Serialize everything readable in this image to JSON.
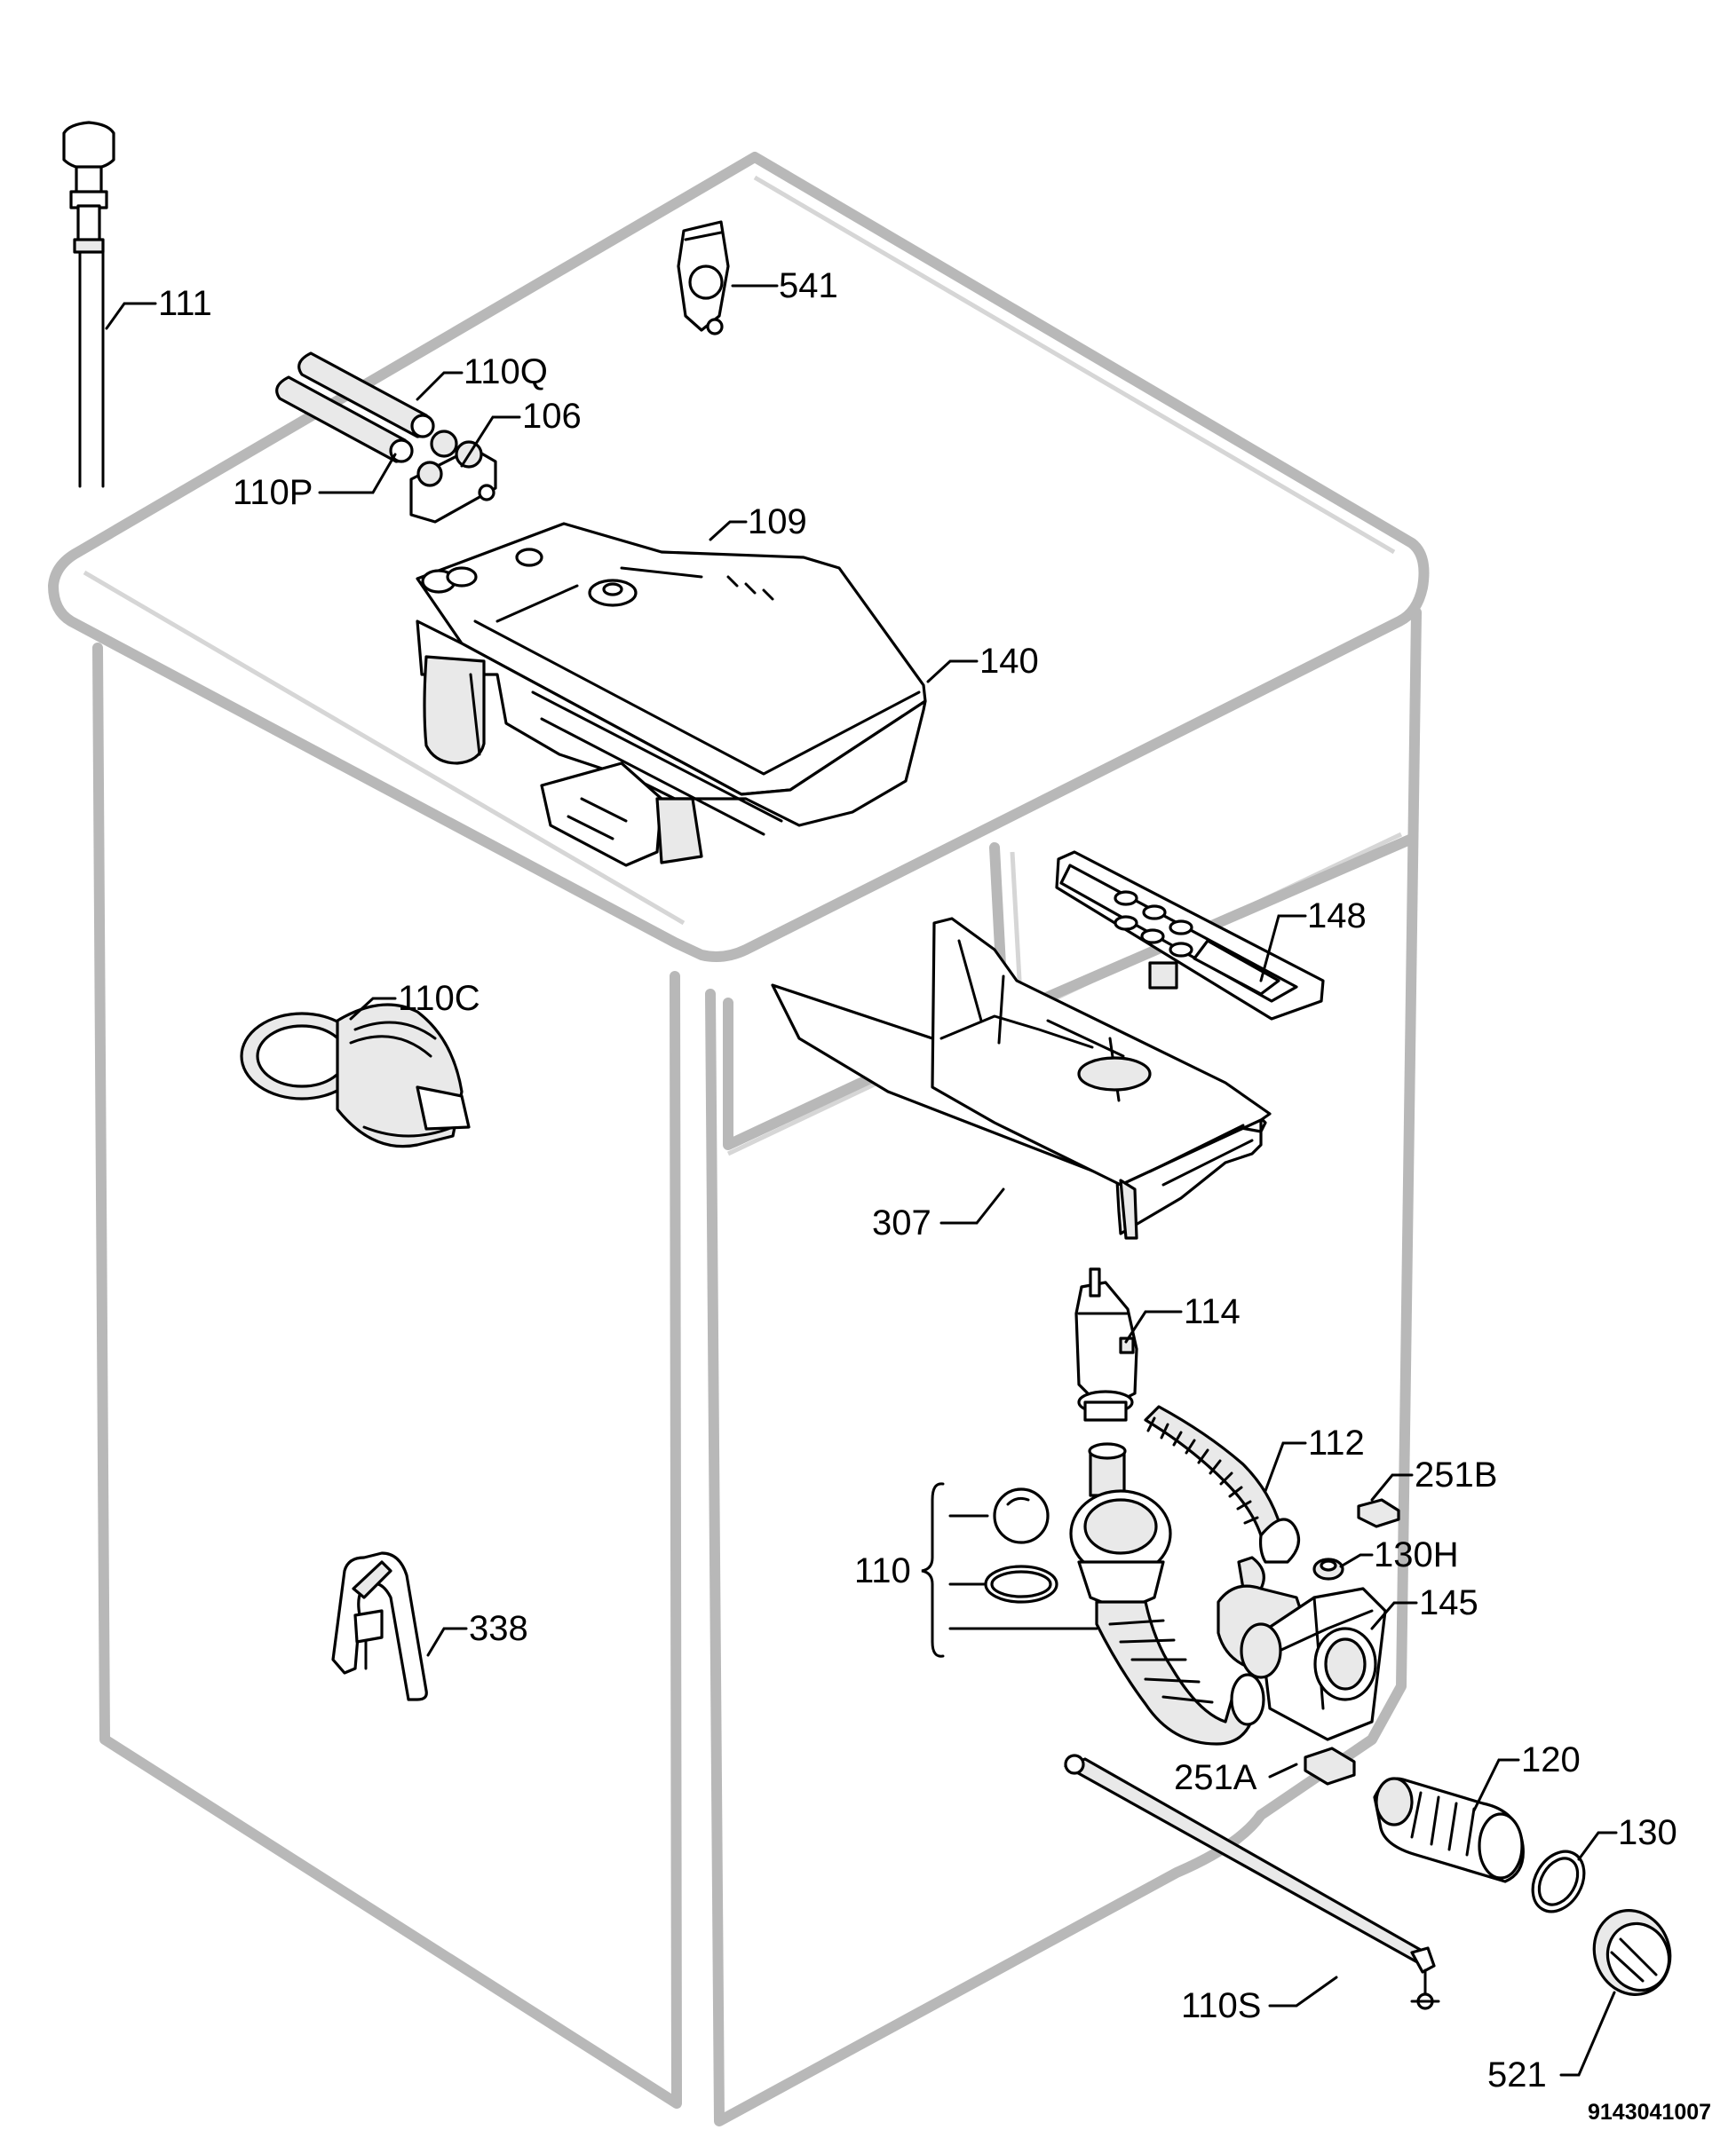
{
  "labels": {
    "p541": "541",
    "p111": "111",
    "p110Q": "110Q",
    "p106": "106",
    "p110P": "110P",
    "p109": "109",
    "p140": "140",
    "p148": "148",
    "p110C": "110C",
    "p307": "307",
    "p114": "114",
    "p112": "112",
    "p251B": "251B",
    "p110": "110",
    "p130H": "130H",
    "p145": "145",
    "p338": "338",
    "p120": "120",
    "p251A": "251A",
    "p130": "130",
    "p110S": "110S",
    "p521": "521"
  },
  "drawing_number": "9143041007"
}
